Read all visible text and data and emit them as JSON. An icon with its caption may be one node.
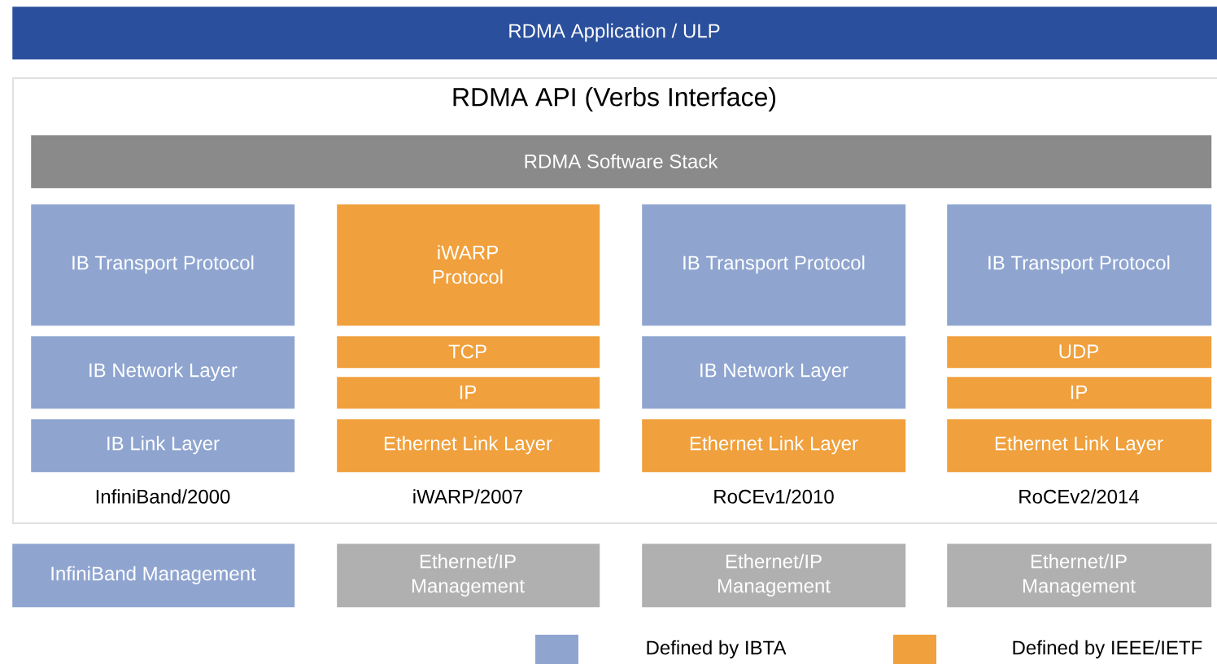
{
  "diagram": {
    "nodes": [
      {
        "text": [
          "RDMA Application / ULP"
        ]
      },
      {
        "text": [
          "RDMA API (Verbs Interface)"
        ]
      },
      {
        "text": [
          "RDMA Software Stack"
        ],
        "in": 1
      },
      {
        "text": [
          "IB Transport Protocol"
        ],
        "in": 1
      },
      {
        "text": [
          "IB Network Layer"
        ],
        "in": 1
      },
      {
        "text": [
          "IB Link Layer"
        ],
        "in": 1,
        "beside": [
          "InfiniBand/2000"
        ]
      },
      {
        "text": [
          "iWARP Protocol"
        ],
        "in": 1
      },
      {
        "text": [
          "TCP"
        ],
        "in": 1
      },
      {
        "text": [
          "IP"
        ],
        "in": 1
      },
      {
        "text": [
          "Ethernet Link Layer"
        ],
        "in": 1,
        "beside": [
          "iWARP/2007"
        ]
      },
      {
        "text": [
          "IB Transport Protocol"
        ],
        "in": 1
      },
      {
        "text": [
          "IB Network Layer"
        ],
        "in": 1
      },
      {
        "text": [
          "Ethernet Link Layer"
        ],
        "in": 1,
        "beside": [
          "RoCEv1/2010"
        ]
      },
      {
        "text": [
          "IB Transport Protocol"
        ],
        "in": 1
      },
      {
        "text": [
          "UDP"
        ],
        "in": 1
      },
      {
        "text": [
          "IP"
        ],
        "in": 1
      },
      {
        "text": [
          "Ethernet Link Layer"
        ],
        "in": 1,
        "beside": [
          "RoCEv2/2014"
        ]
      },
      {
        "text": [
          "InfiniBand Management"
        ]
      },
      {
        "text": [
          "Ethernet/IP Management"
        ]
      },
      {
        "text": [
          "Ethernet/IP Management"
        ]
      },
      {
        "text": [
          "Ethernet/IP Management"
        ]
      }
    ],
    "edges": [],
    "legend": [
      {
        "text": "Defined by IBTA",
        "color": "#8fa5d0"
      },
      {
        "text": "Defined by IEEE/IETF",
        "color": "#f0a03c"
      }
    ]
  }
}
